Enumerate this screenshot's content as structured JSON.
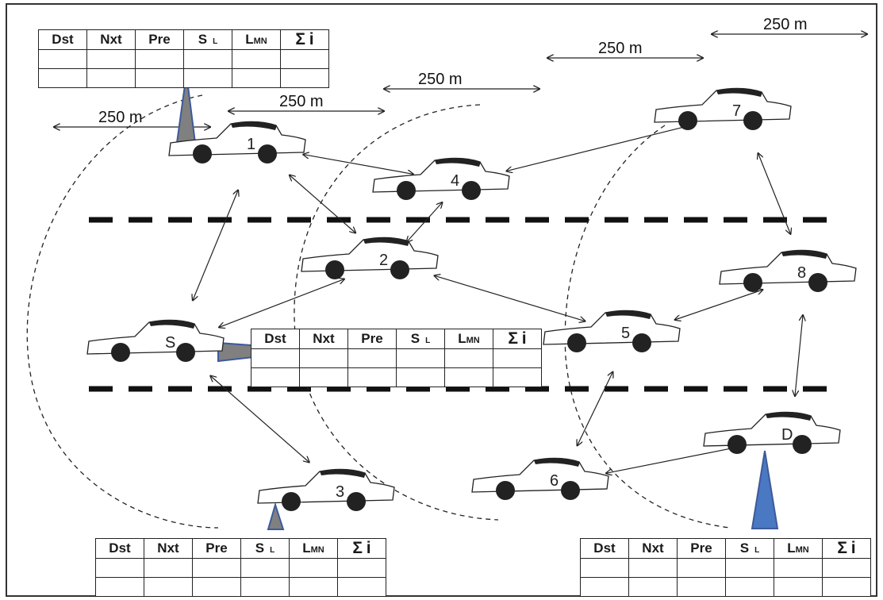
{
  "range_label": "250 m",
  "vehicles": [
    {
      "id": "S",
      "label": "S"
    },
    {
      "id": "1",
      "label": "1"
    },
    {
      "id": "2",
      "label": "2"
    },
    {
      "id": "3",
      "label": "3"
    },
    {
      "id": "4",
      "label": "4"
    },
    {
      "id": "5",
      "label": "5"
    },
    {
      "id": "6",
      "label": "6"
    },
    {
      "id": "7",
      "label": "7"
    },
    {
      "id": "8",
      "label": "8"
    },
    {
      "id": "D",
      "label": "D"
    }
  ],
  "links": [
    [
      "1",
      "S"
    ],
    [
      "1",
      "4"
    ],
    [
      "1",
      "2"
    ],
    [
      "2",
      "4"
    ],
    [
      "2",
      "S"
    ],
    [
      "2",
      "5"
    ],
    [
      "S",
      "3"
    ],
    [
      "4",
      "7"
    ],
    [
      "5",
      "8"
    ],
    [
      "5",
      "6"
    ],
    [
      "7",
      "8"
    ],
    [
      "8",
      "D"
    ],
    [
      "6",
      "D"
    ]
  ],
  "table": {
    "headers": {
      "dst": "Dst",
      "nxt": "Nxt",
      "pre": "Pre",
      "s": "S",
      "s_sub": "L",
      "l": "L",
      "l_sub": "MN",
      "sigma": "Σ",
      "sigma_sub": "i"
    }
  },
  "colors": {
    "shadow_cone": "#808080",
    "destination_cone": "#4a78c2",
    "cone_edge": "#3d5a99"
  }
}
